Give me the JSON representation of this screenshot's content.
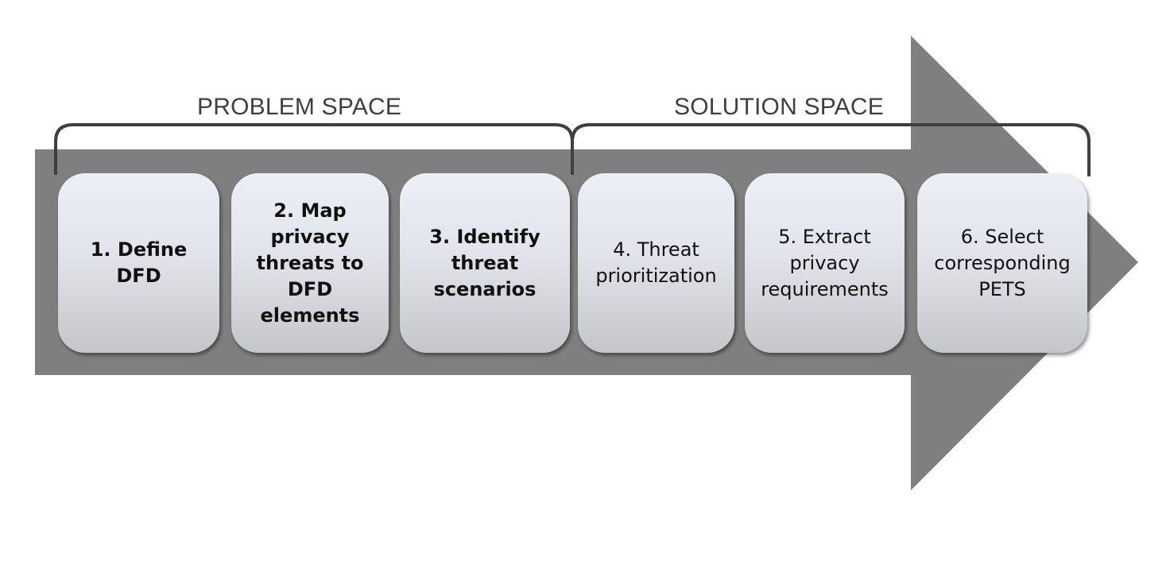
{
  "sections": {
    "problem": "PROBLEM SPACE",
    "solution": "SOLUTION SPACE"
  },
  "steps": [
    {
      "label": "1. Define DFD",
      "bold": true
    },
    {
      "label": "2. Map privacy threats to DFD elements",
      "bold": true
    },
    {
      "label": "3. Identify threat scenarios",
      "bold": true
    },
    {
      "label": "4. Threat prioritization",
      "bold": false
    },
    {
      "label": "5. Extract privacy requirements",
      "bold": false
    },
    {
      "label": "6. Select corresponding PETS",
      "bold": false
    }
  ],
  "colors": {
    "arrow": "#7f7f7f",
    "bracket": "#3f3f3f"
  }
}
